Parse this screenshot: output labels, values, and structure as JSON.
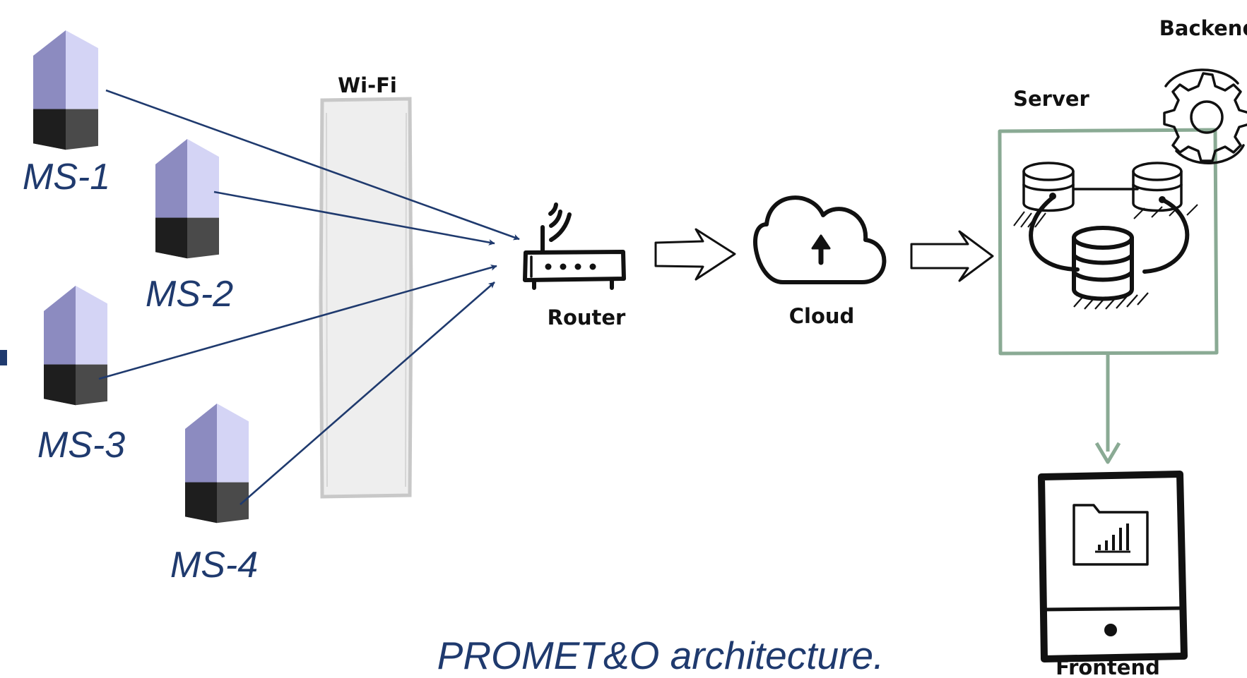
{
  "diagram": {
    "caption": "PROMET&O architecture.",
    "wifi_label": "Wi-Fi",
    "stations": [
      {
        "id": "ms1",
        "label": "MS-1"
      },
      {
        "id": "ms2",
        "label": "MS-2"
      },
      {
        "id": "ms3",
        "label": "MS-3"
      },
      {
        "id": "ms4",
        "label": "MS-4"
      }
    ],
    "nodes": {
      "router": "Router",
      "cloud": "Cloud",
      "server": "Server",
      "backend": "Backend",
      "frontend": "Frontend"
    },
    "colors": {
      "link_line": "#1f3a6e",
      "label_text": "#1f3a6e",
      "server_frame": "#8aaa94",
      "station_top": "#d4d4f5",
      "station_top_shade": "#8c8bc0",
      "station_base": "#2a2a2a",
      "wifi_band": "#eeeeee"
    },
    "icons": [
      "station-icon",
      "router-icon",
      "cloud-upload-icon",
      "database-icon",
      "gear-icon",
      "tablet-icon",
      "folder-chart-icon"
    ]
  }
}
